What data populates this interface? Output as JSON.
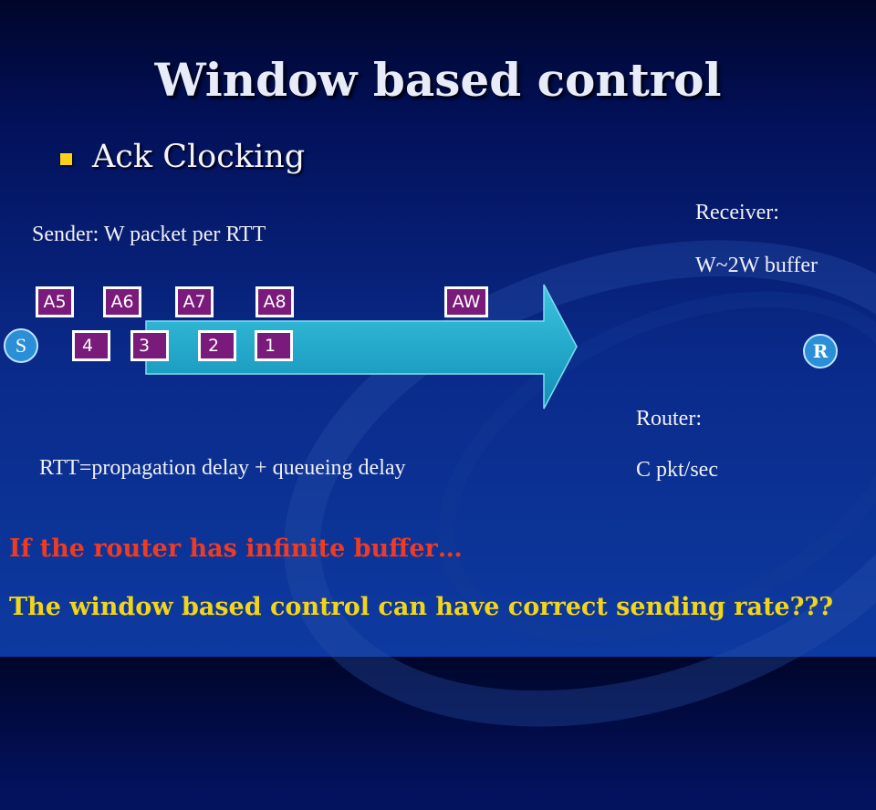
{
  "slide": {
    "title": "Window based control",
    "bullet": "Ack Clocking"
  },
  "diagram": {
    "sender_label": "Sender: W packet per RTT",
    "receiver_title": "Receiver:",
    "receiver_buffer": "W~2W buffer",
    "router_title": "Router:",
    "router_rate": "C pkt/sec",
    "rtt_formula": "RTT=propagation delay + queueing delay",
    "sender_node": "S",
    "receiver_node": "R",
    "acks": [
      "A5",
      "A6",
      "A7",
      "A8",
      "AW"
    ],
    "packets": [
      "4",
      "3",
      "2",
      "1"
    ]
  },
  "questions": {
    "q1": "If the router has infinite buffer…",
    "q2": "The window based control can have correct sending rate???"
  },
  "colors": {
    "packet_fill": "#7a1a7a",
    "arrow_fill": "#1aa6c8",
    "bullet": "#ffd21a",
    "question1": "#ee3b22",
    "question2": "#f2d41a"
  }
}
